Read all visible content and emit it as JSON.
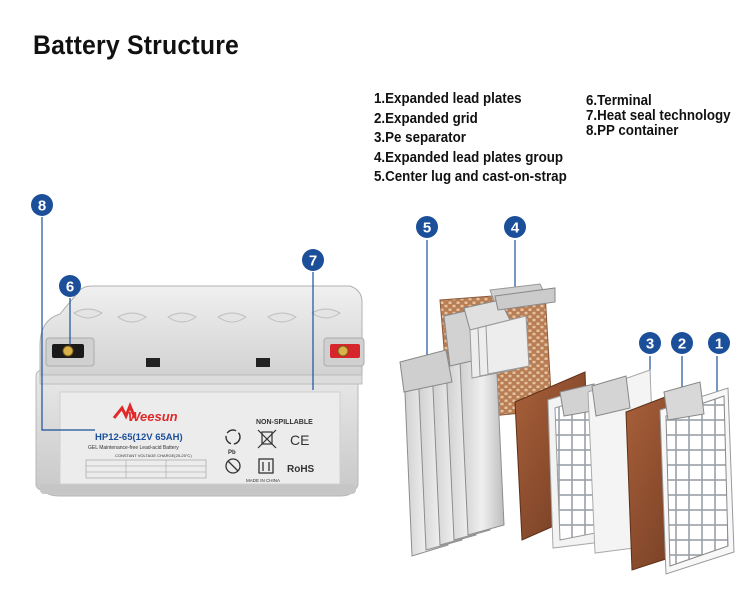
{
  "title": "Battery Structure",
  "legend_left": [
    "1.Expanded lead plates",
    "2.Expanded grid",
    "3.Pe separator",
    "4.Expanded lead plates group",
    "5.Center lug and cast-on-strap"
  ],
  "legend_right": [
    "6.Terminal",
    "7.Heat seal technology",
    "8.PP container"
  ],
  "badges": [
    "1",
    "2",
    "3",
    "4",
    "5",
    "6",
    "7",
    "8"
  ],
  "battery_label": {
    "brand": "Weesun",
    "model": "HP12-65(12V 65AH)",
    "subtitle": "GEL Maintenance-free Lead-acid Battery",
    "voltage_heading": "CONSTANT VOLTAGE CHARGE(25-25°C)",
    "non_spillable": "NON-SPILLABLE",
    "ce": "CE",
    "rohs": "RoHS",
    "pb": "Pb",
    "made_in": "MADE IN CHINA"
  },
  "colors": {
    "badge": "#1b4f9a",
    "battery_body": "#d9d9d9",
    "plate_brown": "#8b4a2b",
    "plus_terminal": "#d6262c"
  }
}
